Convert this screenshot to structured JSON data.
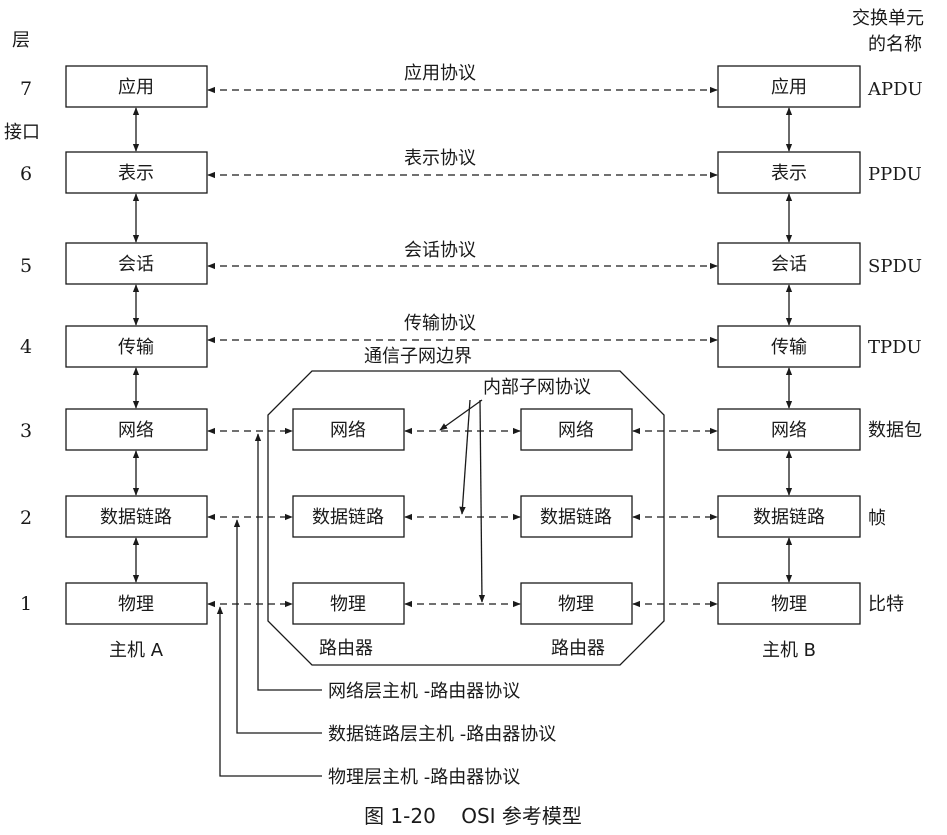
{
  "header": {
    "layer_label": "层",
    "unit_label_line1": "交换单元",
    "unit_label_line2": "的名称",
    "interface_label": "接口"
  },
  "layers": [
    {
      "num": "7",
      "name": "应用",
      "protocol": "应用协议",
      "unit": "APDU"
    },
    {
      "num": "6",
      "name": "表示",
      "protocol": "表示协议",
      "unit": "PPDU"
    },
    {
      "num": "5",
      "name": "会话",
      "protocol": "会话协议",
      "unit": "SPDU"
    },
    {
      "num": "4",
      "name": "传输",
      "protocol": "传输协议",
      "unit": "TPDU"
    },
    {
      "num": "3",
      "name": "网络",
      "unit": "数据包"
    },
    {
      "num": "2",
      "name": "数据链路",
      "unit": "帧"
    },
    {
      "num": "1",
      "name": "物理",
      "unit": "比特"
    }
  ],
  "hosts": {
    "a": "主机 A",
    "b": "主机 B"
  },
  "subnet": {
    "boundary_label": "通信子网边界",
    "internal_protocol": "内部子网协议",
    "router_label": "路由器",
    "router_layers": [
      "网络",
      "数据链路",
      "物理"
    ]
  },
  "host_router_protocols": {
    "network": "网络层主机 -路由器协议",
    "datalink": "数据链路层主机 -路由器协议",
    "physical": "物理层主机 -路由器协议"
  },
  "caption": "图 1-20    OSI 参考模型"
}
